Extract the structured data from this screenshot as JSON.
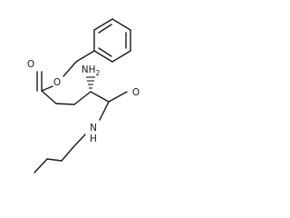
{
  "structure": {
    "atoms": {
      "ester_oxygen": "O",
      "carbonyl_oxygen": "O",
      "amine_label": "NH",
      "amine_subscript": "2",
      "amide_oxygen": "O",
      "amide_nitrogen_label": "N",
      "amide_hydrogen": "H"
    },
    "colors": {
      "bonds": "#1a1a1a",
      "labels": "#1a1a1a",
      "background": "#ffffff"
    }
  }
}
